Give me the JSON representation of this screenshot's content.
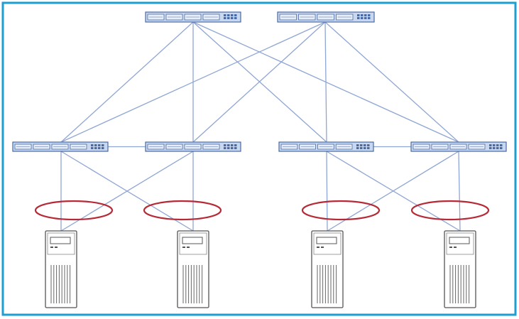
{
  "diagram": {
    "frame_color": "#1e9fd0",
    "link_color": "#8fa6d4",
    "switch_fill": "#c9d8ef",
    "switch_stroke": "#4a6aa3",
    "bond_color": "#b52a36",
    "server_stroke": "#555555",
    "nodes": {
      "spines": [
        {
          "id": "spine-1"
        },
        {
          "id": "spine-2"
        }
      ],
      "leaves": [
        {
          "id": "leaf-1"
        },
        {
          "id": "leaf-2"
        },
        {
          "id": "leaf-3"
        },
        {
          "id": "leaf-4"
        }
      ],
      "servers": [
        {
          "id": "server-1"
        },
        {
          "id": "server-2"
        },
        {
          "id": "server-3"
        },
        {
          "id": "server-4"
        }
      ],
      "bonds": [
        {
          "id": "bond-1"
        },
        {
          "id": "bond-2"
        },
        {
          "id": "bond-3"
        },
        {
          "id": "bond-4"
        }
      ]
    },
    "links": [
      [
        "spine-1",
        "leaf-1"
      ],
      [
        "spine-1",
        "leaf-2"
      ],
      [
        "spine-1",
        "leaf-3"
      ],
      [
        "spine-1",
        "leaf-4"
      ],
      [
        "spine-2",
        "leaf-1"
      ],
      [
        "spine-2",
        "leaf-2"
      ],
      [
        "spine-2",
        "leaf-3"
      ],
      [
        "spine-2",
        "leaf-4"
      ],
      [
        "leaf-1",
        "leaf-2"
      ],
      [
        "leaf-3",
        "leaf-4"
      ],
      [
        "leaf-1",
        "server-1"
      ],
      [
        "leaf-1",
        "server-2"
      ],
      [
        "leaf-2",
        "server-1"
      ],
      [
        "leaf-2",
        "server-2"
      ],
      [
        "leaf-3",
        "server-3"
      ],
      [
        "leaf-3",
        "server-4"
      ],
      [
        "leaf-4",
        "server-3"
      ],
      [
        "leaf-4",
        "server-4"
      ]
    ]
  }
}
